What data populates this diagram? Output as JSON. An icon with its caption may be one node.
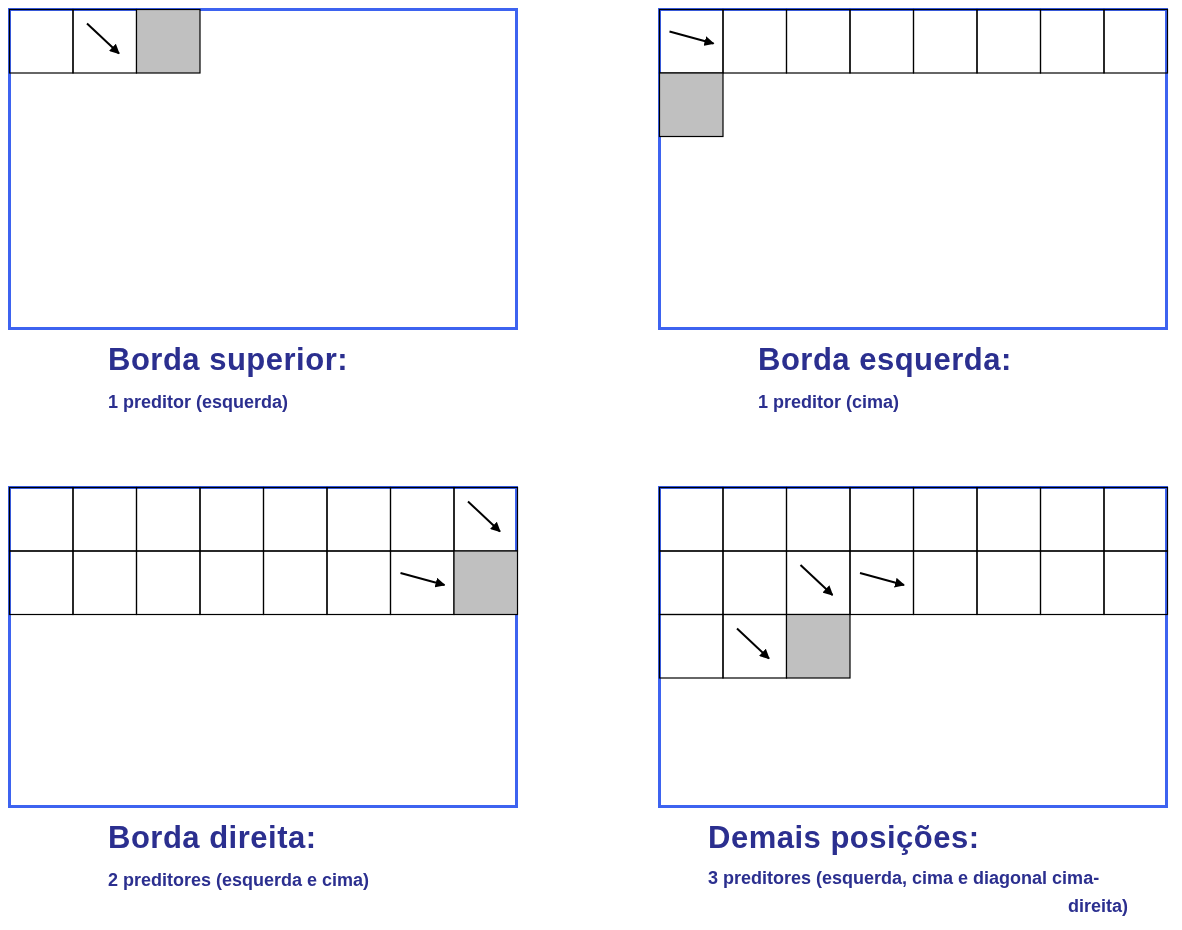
{
  "diagram": {
    "nodes": [
      {
        "text": [
          "Borda superior:",
          "1 preditor (esquerda)"
        ]
      },
      {
        "text": [
          "Borda esquerda:",
          "1 preditor (cima)"
        ]
      },
      {
        "text": [
          "Borda direita:",
          "2 preditores (esquerda e cima)"
        ]
      },
      {
        "text": [
          "Demais posições:",
          "3 preditores (esquerda, cima e diagonal cima-direita)"
        ]
      }
    ]
  }
}
